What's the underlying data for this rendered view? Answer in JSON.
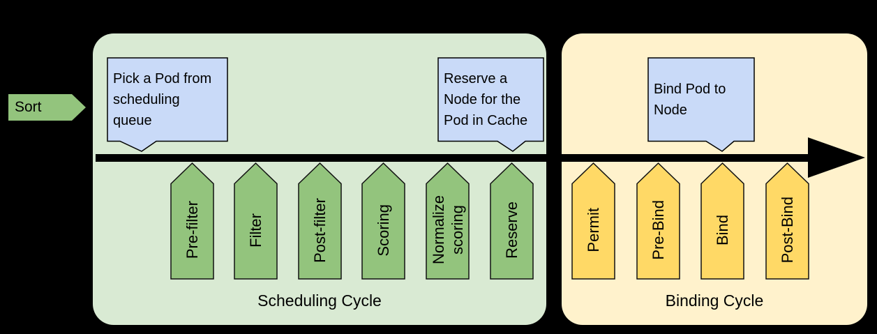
{
  "colors": {
    "background": "#000000",
    "scheduling_fill": "#d9ead3",
    "scheduling_arrow": "#93c47d",
    "binding_fill": "#fff2cc",
    "binding_arrow": "#ffd966",
    "callout_fill": "#c9daf8"
  },
  "sort": {
    "label": "Sort"
  },
  "scheduling_cycle": {
    "label": "Scheduling Cycle",
    "steps": [
      "Pre-filter",
      "Filter",
      "Post-filter",
      "Scoring",
      "Normalize\nscoring",
      "Reserve"
    ]
  },
  "binding_cycle": {
    "label": "Binding Cycle",
    "steps": [
      "Permit",
      "Pre-Bind",
      "Bind",
      "Post-Bind"
    ]
  },
  "callouts": {
    "pick_pod": "Pick a Pod from\nscheduling\nqueue",
    "reserve_node": "Reserve a\nNode for the\nPod in Cache",
    "bind_pod": "Bind Pod to\nNode"
  }
}
